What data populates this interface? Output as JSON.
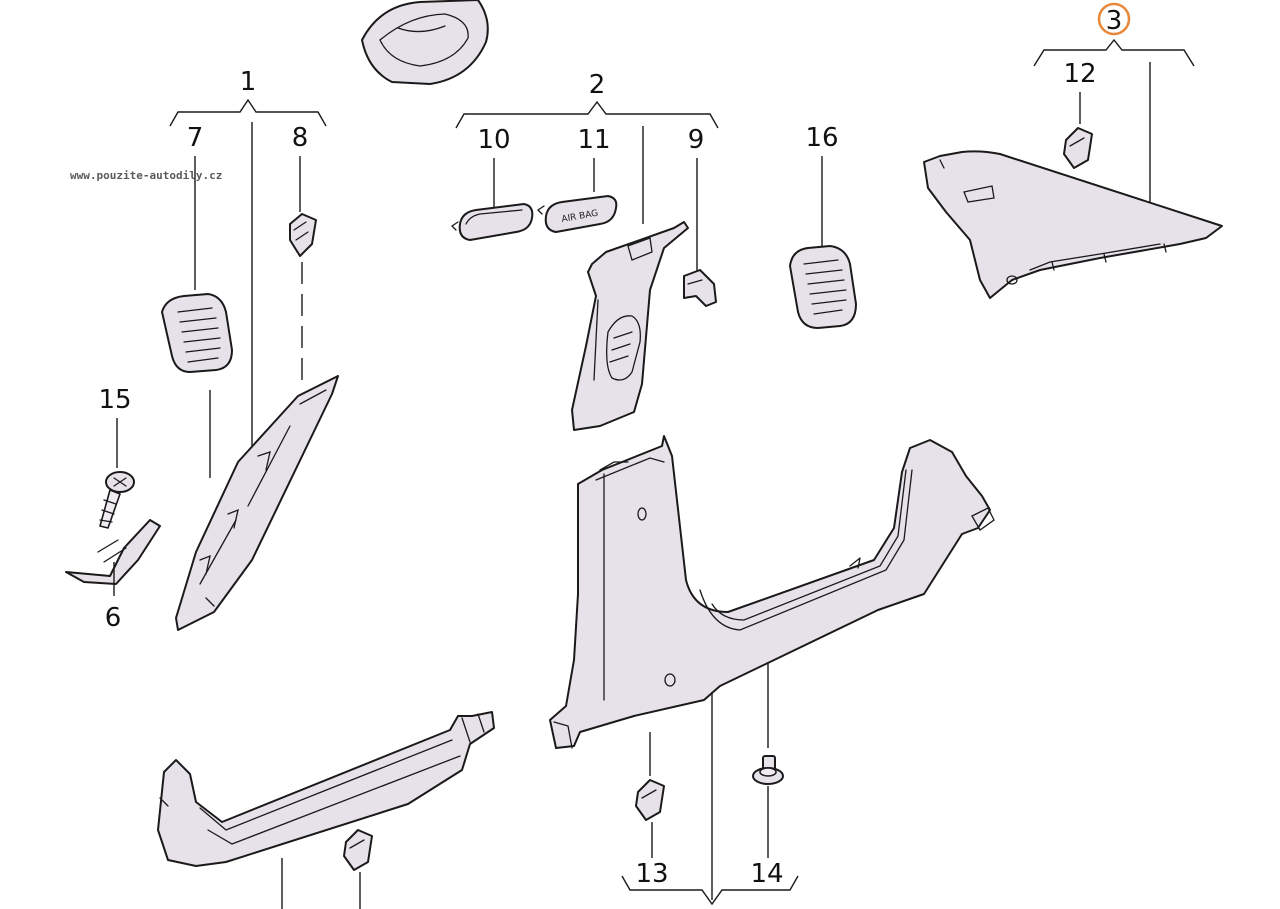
{
  "watermark": "www.pouzite-autodily.cz",
  "highlight_color": "#e8883a",
  "callouts": {
    "c1": "1",
    "c2": "2",
    "c3": "3",
    "c6": "6",
    "c7": "7",
    "c8": "8",
    "c9": "9",
    "c10": "10",
    "c11": "11",
    "c12": "12",
    "c13": "13",
    "c14": "14",
    "c15": "15",
    "c16": "16"
  },
  "airbag_label": "AIR BAG"
}
